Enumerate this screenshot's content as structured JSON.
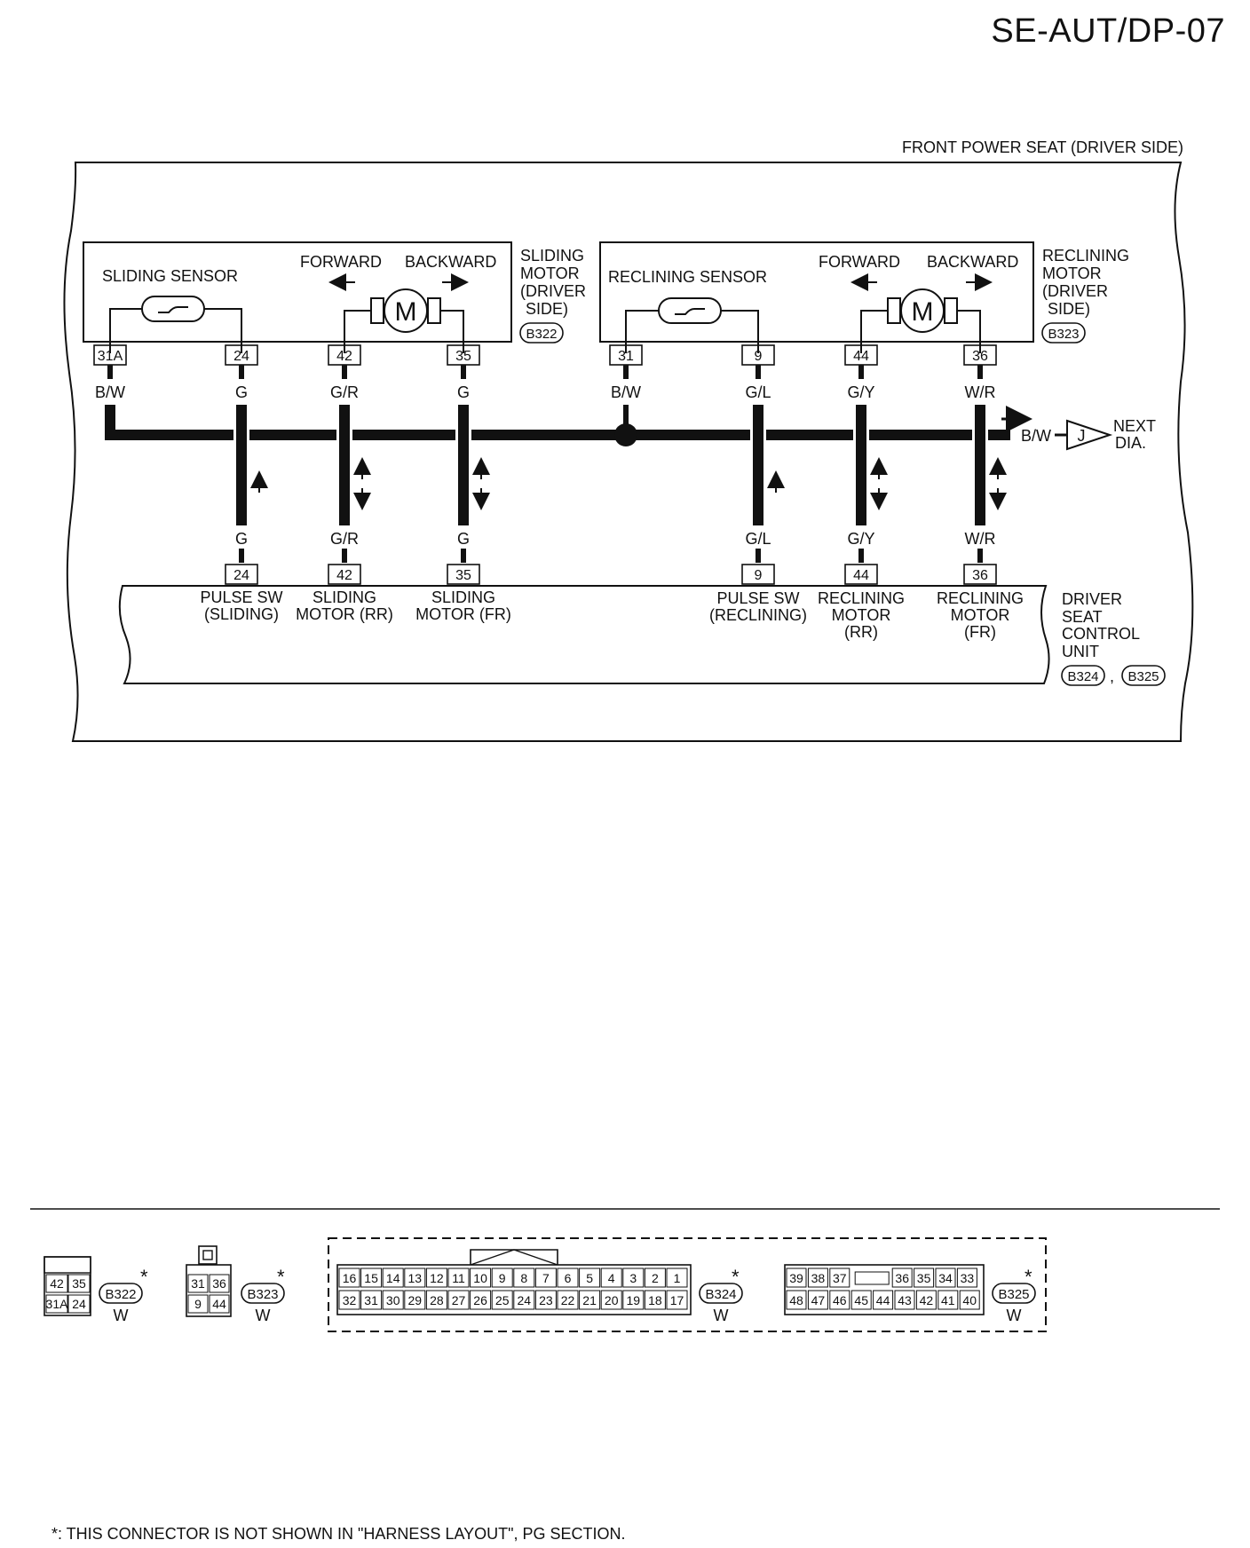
{
  "page_code": "SE-AUT/DP-07",
  "diagram_title": "FRONT POWER SEAT (DRIVER SIDE)",
  "sliding_motor": {
    "sensor_label": "SLIDING SENSOR",
    "forward": "FORWARD",
    "backward": "BACKWARD",
    "name": [
      "SLIDING",
      "MOTOR",
      "(DRIVER",
      "SIDE)"
    ],
    "connector": "B322",
    "pins": [
      "31A",
      "24",
      "42",
      "35"
    ],
    "colors": [
      "B/W",
      "G",
      "G/R",
      "G"
    ]
  },
  "reclining_motor": {
    "sensor_label": "RECLINING SENSOR",
    "forward": "FORWARD",
    "backward": "BACKWARD",
    "name": [
      "RECLINING",
      "MOTOR",
      "(DRIVER",
      "SIDE)"
    ],
    "connector": "B323",
    "pins": [
      "31",
      "9",
      "44",
      "36"
    ],
    "colors": [
      "B/W",
      "G/L",
      "G/Y",
      "W/R"
    ]
  },
  "next_dia": {
    "wire_color": "B/W",
    "label": "J",
    "text": [
      "NEXT",
      "DIA."
    ]
  },
  "control_unit": {
    "name": [
      "DRIVER",
      "SEAT",
      "CONTROL",
      "UNIT"
    ],
    "connectors": [
      "B324",
      "B325"
    ],
    "separator": ",",
    "pins": [
      "24",
      "42",
      "35",
      "9",
      "44",
      "36"
    ],
    "colors": [
      "G",
      "G/R",
      "G",
      "G/L",
      "G/Y",
      "W/R"
    ],
    "terminal_labels": [
      [
        "PULSE SW",
        "(SLIDING)"
      ],
      [
        "SLIDING",
        "MOTOR (RR)"
      ],
      [
        "SLIDING",
        "MOTOR (FR)"
      ],
      [
        "PULSE SW",
        "(RECLINING)"
      ],
      [
        "RECLINING",
        "MOTOR",
        "(RR)"
      ],
      [
        "RECLINING",
        "MOTOR",
        "(FR)"
      ]
    ]
  },
  "connector_views": {
    "b322": {
      "id": "B322",
      "color": "W",
      "star": "*",
      "rows": [
        [
          "42",
          "35"
        ],
        [
          "31A",
          "24"
        ]
      ]
    },
    "b323": {
      "id": "B323",
      "color": "W",
      "star": "*",
      "rows": [
        [
          "31",
          "36"
        ],
        [
          "9",
          "44"
        ]
      ]
    },
    "b324": {
      "id": "B324",
      "color": "W",
      "star": "*",
      "rows": [
        [
          "16",
          "15",
          "14",
          "13",
          "12",
          "11",
          "10",
          "9",
          "8",
          "7",
          "6",
          "5",
          "4",
          "3",
          "2",
          "1"
        ],
        [
          "32",
          "31",
          "30",
          "29",
          "28",
          "27",
          "26",
          "25",
          "24",
          "23",
          "22",
          "21",
          "20",
          "19",
          "18",
          "17"
        ]
      ]
    },
    "b325": {
      "id": "B325",
      "color": "W",
      "star": "*",
      "rows": [
        [
          "39",
          "38",
          "37",
          "",
          "36",
          "35",
          "34",
          "33"
        ],
        [
          "48",
          "47",
          "46",
          "45",
          "44",
          "43",
          "42",
          "41",
          "40"
        ]
      ]
    }
  },
  "motor_symbol": "M",
  "footnote": "*: THIS CONNECTOR IS NOT SHOWN IN \"HARNESS LAYOUT\", PG SECTION."
}
